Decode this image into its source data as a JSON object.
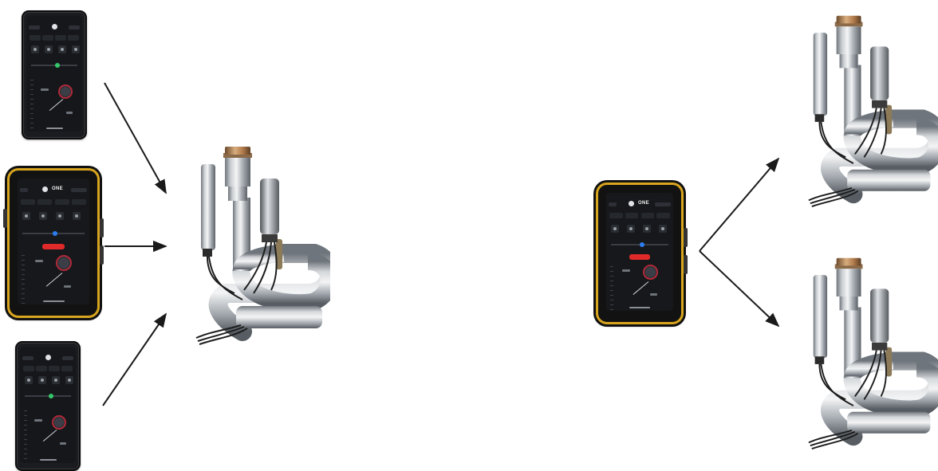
{
  "diagram": {
    "left_group": {
      "controllers": [
        {
          "type": "phone",
          "brand": ""
        },
        {
          "type": "rugged-tablet",
          "brand": "ONE"
        },
        {
          "type": "phone",
          "brand": ""
        }
      ],
      "target": {
        "type": "sensor-probe-assembly"
      },
      "arrow_direction": "many-to-one"
    },
    "right_group": {
      "controller": {
        "type": "rugged-tablet",
        "brand": "ONE"
      },
      "targets": [
        {
          "type": "sensor-probe-assembly"
        },
        {
          "type": "sensor-probe-assembly"
        }
      ],
      "arrow_direction": "one-to-many"
    }
  },
  "colors": {
    "background": "#ffffff",
    "arrow": "#1a1a1a",
    "rugged_frame": "#d8a51f",
    "stop_button": "#e02a2a",
    "status_green": "#35c86a",
    "dial_ring": "#b02a3a",
    "steel": "#b8bcc0",
    "copper_cap": "#b88a5a"
  },
  "icons": {
    "controller": "smartphone-icon",
    "tablet": "rugged-tablet-icon",
    "device": "sensor-probe-icon",
    "arrow": "arrow-icon"
  }
}
